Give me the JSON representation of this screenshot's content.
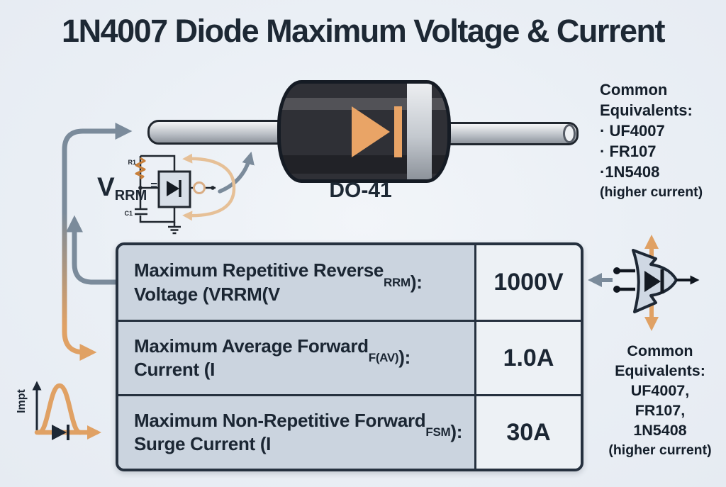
{
  "title": "1N4007 Diode Maximum Voltage & Current",
  "package": {
    "label": "DO-41"
  },
  "vrrm_label": {
    "main": "V",
    "sub": "RRM",
    "eq": "="
  },
  "circuit": {
    "r_label": "R1",
    "c_label": "C1"
  },
  "equivalents_top": {
    "heading1": "Common",
    "heading2": "Equivalents:",
    "items": [
      "· UF4007",
      "· FR107",
      "·1N5408"
    ],
    "note": "(higher current)"
  },
  "equivalents_bottom": {
    "heading1": "Common",
    "heading2": "Equivalents:",
    "items": [
      "UF4007,",
      "FR107,",
      "1N5408"
    ],
    "note": "(higher current)"
  },
  "table": {
    "rows": [
      {
        "prefix": "Maximum Repetitive Reverse\nVoltage (VRRM(V",
        "sub": "RRM",
        "suffix": "):",
        "value": "1000V"
      },
      {
        "prefix": "Maximum Average Forward\nCurrent (I",
        "sub": "F(AV)",
        "suffix": "):",
        "value": "1.0A"
      },
      {
        "prefix": "Maximum Non-Repetitive Forward\nSurge Current (I",
        "sub": "FSM",
        "suffix": "):",
        "value": "30A"
      }
    ]
  },
  "pulse_graph": {
    "axis_label": "Impt"
  },
  "colors": {
    "accent_orange": "#e0a164",
    "slate_gray": "#7b8b9b",
    "ink": "#1c2733",
    "table_label_bg": "#cbd4df",
    "table_value_bg": "#edf1f5",
    "table_border": "#26313f",
    "diode_body": "#2f3036",
    "background": "#eaeff5"
  }
}
